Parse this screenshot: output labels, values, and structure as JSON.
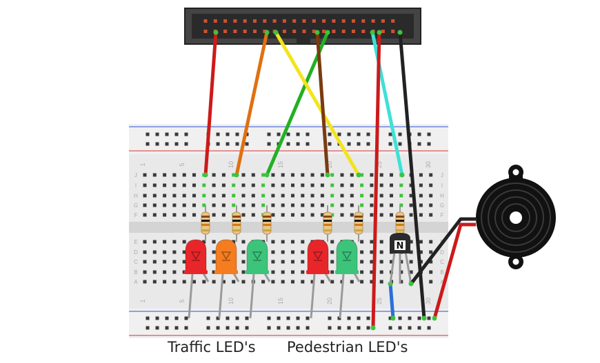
{
  "labels": {
    "traffic_leds": "Traffic LED's",
    "pedestrian_leds": "Pedestrian LED's",
    "transistor_mark": "N"
  },
  "breadboard": {
    "column_numbers": [
      "1",
      "5",
      "10",
      "15",
      "20",
      "25",
      "30"
    ],
    "row_letters_top": [
      "J",
      "I",
      "H",
      "G",
      "F"
    ],
    "row_letters_bottom": [
      "E",
      "D",
      "C",
      "B",
      "A"
    ]
  },
  "components": {
    "leds": [
      {
        "name": "traffic-red",
        "color": "#e8262a"
      },
      {
        "name": "traffic-orange",
        "color": "#f57c1f"
      },
      {
        "name": "traffic-green",
        "color": "#3cc47a"
      },
      {
        "name": "pedestrian-red",
        "color": "#e8262a"
      },
      {
        "name": "pedestrian-green",
        "color": "#3cc47a"
      }
    ],
    "resistor_count": 6,
    "transistor": "npn-transistor",
    "buzzer": "piezo-buzzer",
    "header": "gpio-header"
  },
  "wire_colors": {
    "red": "#cc1a1a",
    "orange": "#e07010",
    "yellow": "#f2e41a",
    "green": "#22b022",
    "brown": "#7a3a10",
    "cyan": "#3fe0d8",
    "black": "#222222",
    "blue": "#2a6fd8",
    "grey": "#9a9a9a"
  }
}
